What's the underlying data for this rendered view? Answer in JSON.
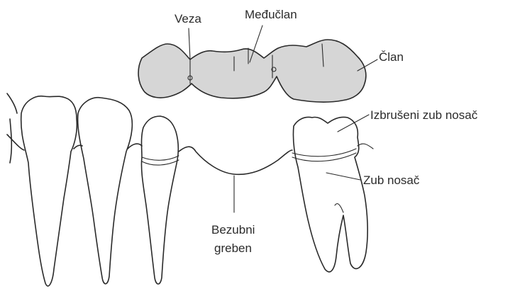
{
  "labels": {
    "veza": "Veza",
    "meduclan": "Međučlan",
    "clan": "Član",
    "izbruseni": "Izbrušeni zub nosač",
    "zub_nosac": "Zub nosač",
    "bezubni_1": "Bezubni",
    "bezubni_2": "greben"
  },
  "colors": {
    "bridge_fill": "#d6d6d6",
    "stroke": "#2a2a2a"
  }
}
